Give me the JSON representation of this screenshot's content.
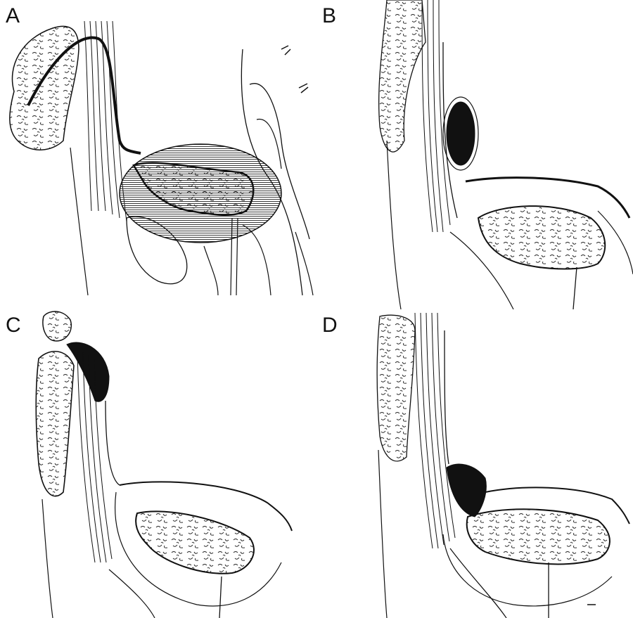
{
  "figure": {
    "panels": [
      {
        "label": "A"
      },
      {
        "label": "B"
      },
      {
        "label": "C"
      },
      {
        "label": "D"
      }
    ],
    "colors": {
      "ink": "#111111",
      "background": "#ffffff"
    }
  }
}
